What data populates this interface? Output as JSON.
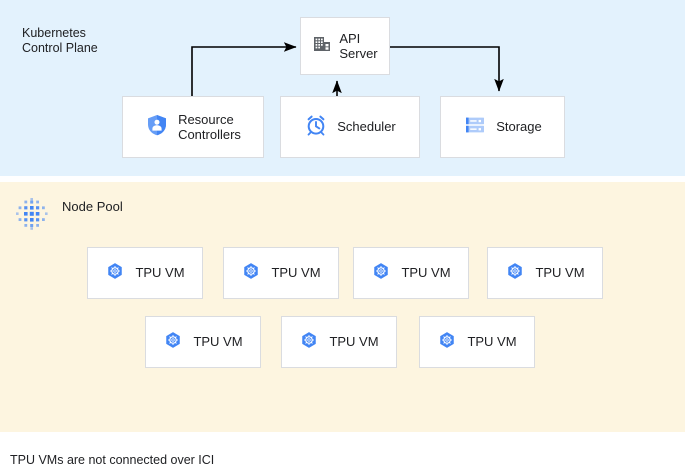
{
  "diagram": {
    "caption": "TPU VMs are not connected over ICI",
    "colors": {
      "control_plane_background": "#e3f2fd",
      "node_pool_background": "#fdf5e0",
      "box_background": "#ffffff",
      "box_border": "#dadce0",
      "accent_blue": "#4285f4",
      "icon_gray": "#5f6368",
      "arrow": "#000000",
      "text": "#202124"
    }
  },
  "control_plane": {
    "title": "Kubernetes\nControl Plane",
    "icon": "none",
    "nodes": [
      {
        "id": "api-server",
        "label": "API\nServer",
        "icon": "building-icon"
      },
      {
        "id": "resource-controllers",
        "label": "Resource\nControllers",
        "icon": "shield-user-icon"
      },
      {
        "id": "scheduler",
        "label": "Scheduler",
        "icon": "alarm-clock-icon"
      },
      {
        "id": "storage",
        "label": "Storage",
        "icon": "server-rack-icon"
      }
    ],
    "connections": [
      {
        "from": "resource-controllers",
        "to": "api-server",
        "style": "elbow-up-right"
      },
      {
        "from": "scheduler",
        "to": "api-server",
        "style": "straight-up"
      },
      {
        "from": "api-server",
        "to": "storage",
        "style": "elbow-right-down"
      }
    ]
  },
  "node_pool": {
    "title": "Node Pool",
    "icon": "dot-grid-icon",
    "rows": [
      {
        "vms": [
          {
            "label": "TPU VM",
            "icon": "hexagon-gear-icon"
          },
          {
            "label": "TPU VM",
            "icon": "hexagon-gear-icon"
          },
          {
            "label": "TPU VM",
            "icon": "hexagon-gear-icon"
          },
          {
            "label": "TPU VM",
            "icon": "hexagon-gear-icon"
          }
        ]
      },
      {
        "vms": [
          {
            "label": "TPU VM",
            "icon": "hexagon-gear-icon"
          },
          {
            "label": "TPU VM",
            "icon": "hexagon-gear-icon"
          },
          {
            "label": "TPU VM",
            "icon": "hexagon-gear-icon"
          }
        ]
      }
    ]
  }
}
